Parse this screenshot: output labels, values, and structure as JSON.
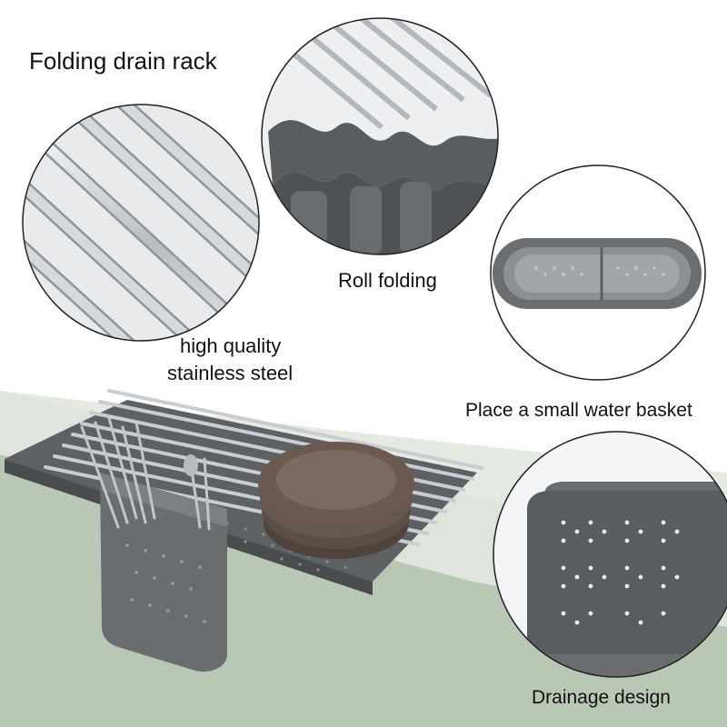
{
  "captions": {
    "title": "Folding drain rack",
    "roll_folding": "Roll folding",
    "steel_line1": "high quality",
    "steel_line2": "stainless steel",
    "basket": "Place a small water basket",
    "drainage": "Drainage design"
  },
  "colors": {
    "background": "#ffffff",
    "sage_green": "#b9c8b4",
    "counter_light": "#e4eae2",
    "plastic_grey": "#5e6163",
    "plastic_dark": "#4a4d4f",
    "steel": "#c9ccd0",
    "plate_brown": "#6b5a4f"
  }
}
